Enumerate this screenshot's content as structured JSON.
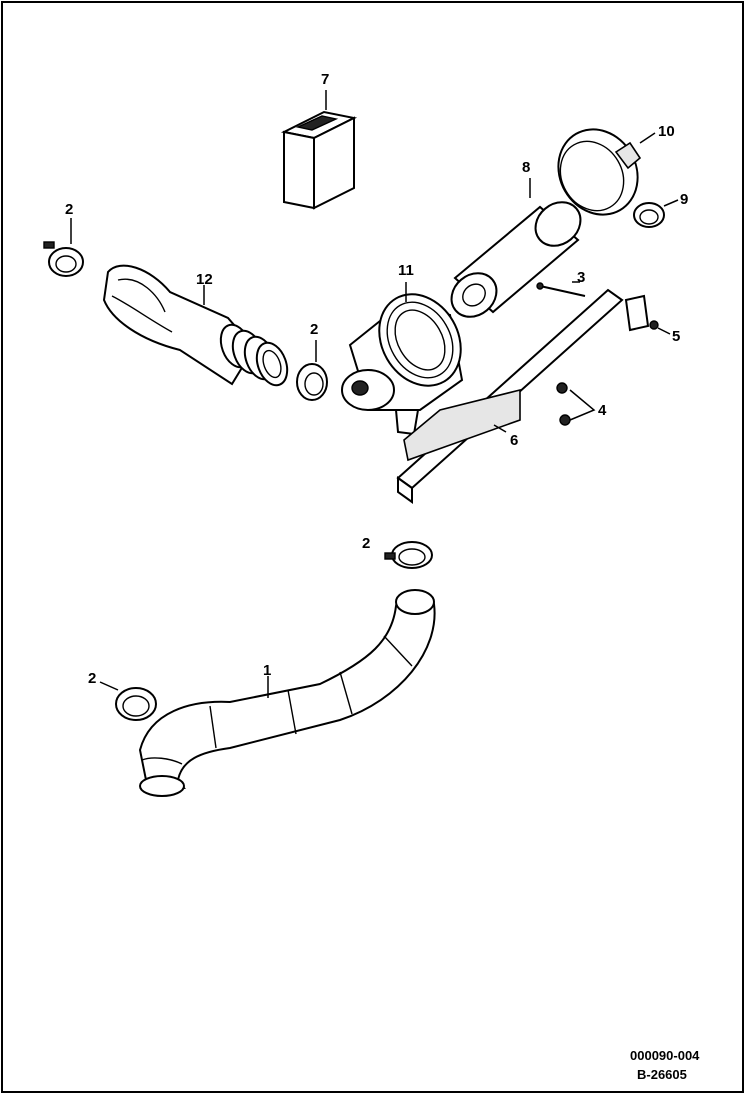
{
  "callouts": {
    "c1": "1",
    "c2a": "2",
    "c2b": "2",
    "c2c": "2",
    "c2d": "2",
    "c3": "3",
    "c4": "4",
    "c5": "5",
    "c6": "6",
    "c7": "7",
    "c8": "8",
    "c9": "9",
    "c10": "10",
    "c11": "11",
    "c12": "12"
  },
  "codes": {
    "drawing_code": "000090-004",
    "part_ref": "B-26605"
  }
}
